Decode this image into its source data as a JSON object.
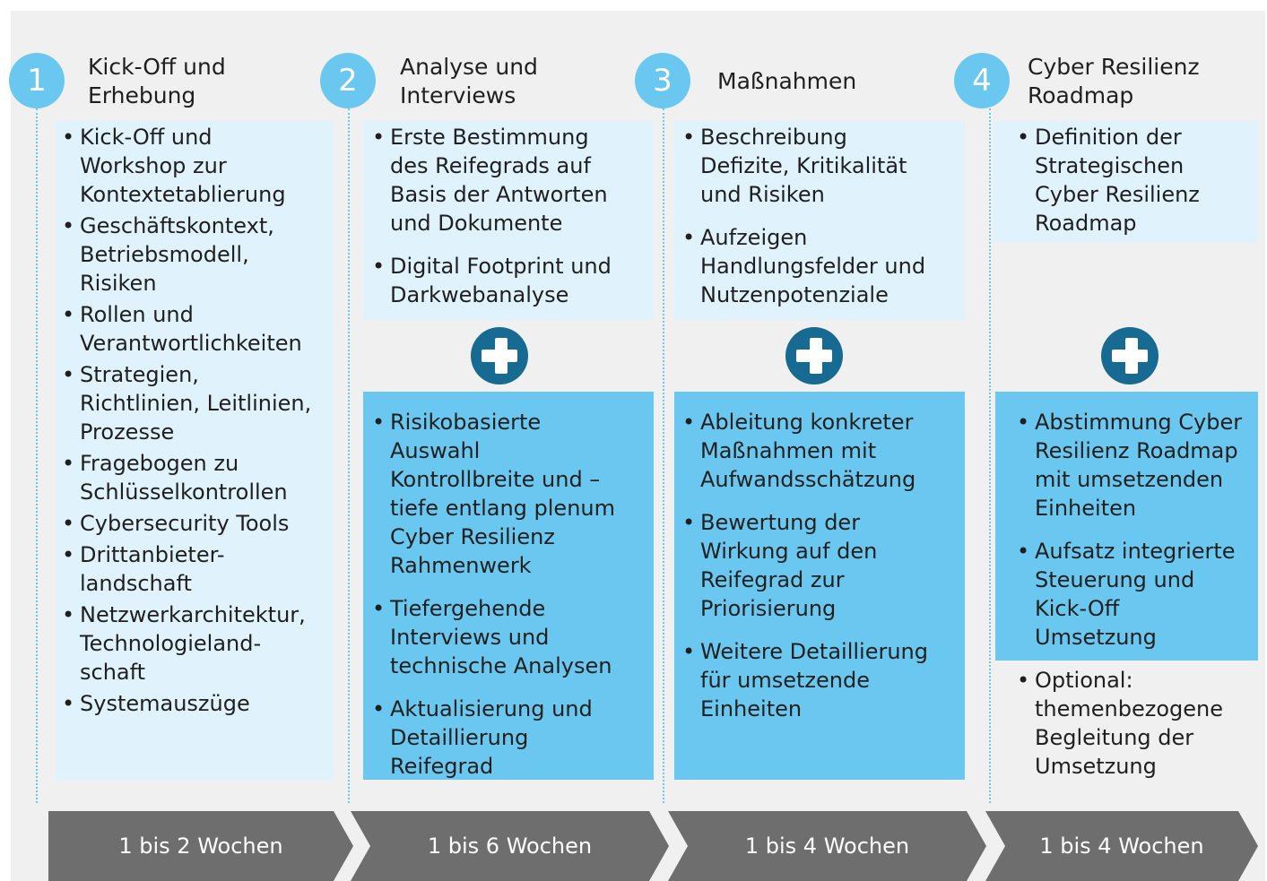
{
  "phases": [
    {
      "number": "1",
      "title": "Kick-Off und\nErhebung",
      "light_items": [
        "Kick-Off und\nWorkshop zur\nKontextetablierung",
        "Geschäftskontext,\nBetriebsmodell,\nRisiken",
        "Rollen und\nVerantwortlichkeiten",
        "Strategien,\nRichtlinien, Leitlinien,\nProzesse",
        "Fragebogen zu\nSchlüsselkontrollen",
        "Cybersecurity Tools",
        "Drittanbieter-\nlandschaft",
        "Netzwerkarchitektur,\nTechnologieland-\nschaft",
        "Systemauszüge"
      ],
      "duration": "1 bis 2 Wochen"
    },
    {
      "number": "2",
      "title": "Analyse und\nInterviews",
      "light_items": [
        "Erste Bestimmung\ndes Reifegrads auf\nBasis der Antworten\nund Dokumente",
        "Digital Footprint und\nDarkwebanalyse"
      ],
      "dark_items": [
        "Risikobasierte\nAuswahl\nKontrollbreite und –\ntiefe entlang plenum\nCyber Resilienz\nRahmenwerk",
        "Tiefergehende\nInterviews und\ntechnische Analysen",
        "Aktualisierung und\nDetaillierung\nReifegrad"
      ],
      "duration": "1 bis 6 Wochen"
    },
    {
      "number": "3",
      "title": "Maßnahmen",
      "light_items": [
        "Beschreibung\nDefizite, Kritikalität\nund Risiken",
        "Aufzeigen\nHandlungsfelder und\nNutzenpotenziale"
      ],
      "dark_items": [
        "Ableitung konkreter\nMaßnahmen mit\nAufwandsschätzung",
        "Bewertung der\nWirkung auf den\nReifegrad zur\nPriorisierung",
        "Weitere Detaillierung\nfür umsetzende\nEinheiten"
      ],
      "duration": "1 bis 4 Wochen"
    },
    {
      "number": "4",
      "title": "Cyber Resilienz\nRoadmap",
      "light_items": [
        "Definition der\nStrategischen\nCyber Resilienz\nRoadmap"
      ],
      "dark_items": [
        "Abstimmung Cyber\nResilienz Roadmap\nmit umsetzenden\nEinheiten",
        "Aufsatz integrierte\nSteuerung und\nKick-Off\nUmsetzung"
      ],
      "plain_items": [
        "Optional:\nthemenbezogene\nBegleitung der\nUmsetzung"
      ],
      "duration": "1 bis 4 Wochen"
    }
  ],
  "colors": {
    "accent": "#6ac8f0",
    "light_box": "#e0f3fc",
    "plus_icon": "#176a91",
    "arrow": "#6e6e6e",
    "background": "#f0f0f0"
  }
}
